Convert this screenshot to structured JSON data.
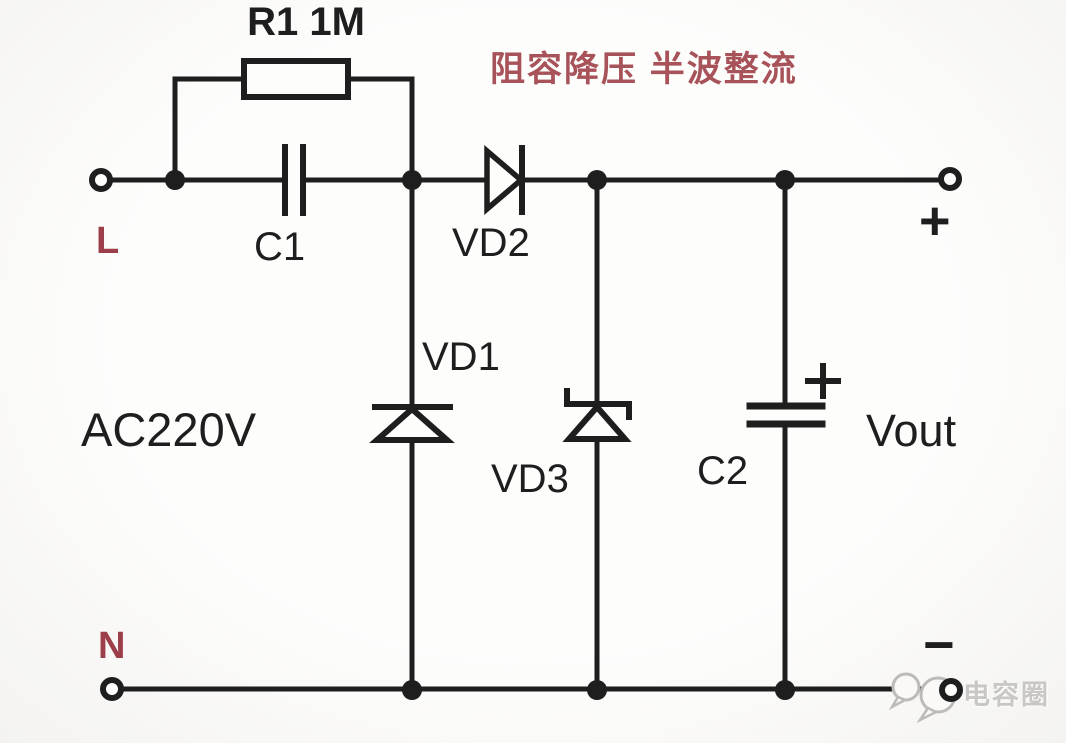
{
  "title": {
    "text": "阻容降压 半波整流",
    "color": "#a8525a"
  },
  "source": {
    "line_label": "L",
    "neutral_label": "N",
    "voltage_label": "AC220V"
  },
  "components": {
    "r1": {
      "label": "R1 1M"
    },
    "c1": {
      "label": "C1"
    },
    "vd1": {
      "label": "VD1"
    },
    "vd2": {
      "label": "VD2"
    },
    "vd3": {
      "label": "VD3"
    },
    "c2": {
      "label": "C2",
      "polarity": "+"
    }
  },
  "output": {
    "label": "Vout",
    "plus": "+",
    "minus": "−"
  },
  "watermark": {
    "text": "电容圈",
    "icon": "chat-bubbles-icon"
  },
  "colors": {
    "wire": "#1e1e1e",
    "label_red": "#9c3f4b",
    "title_red": "#a8525a",
    "watermark_gray": "#c9c7c5",
    "background": "#fdfdfc"
  }
}
